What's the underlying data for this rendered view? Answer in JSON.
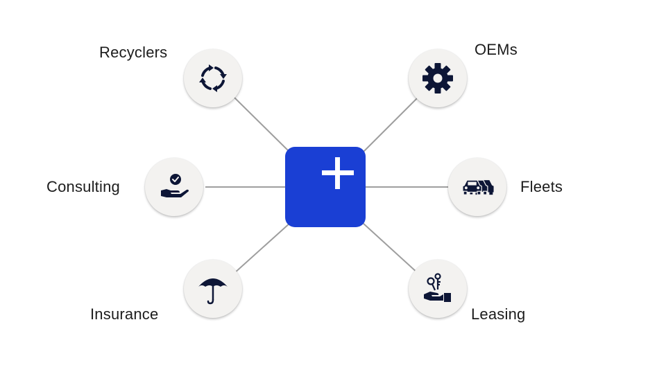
{
  "diagram": {
    "hub": {
      "icon": "plus-icon",
      "color": "#1a3fd4",
      "icon_color": "#ffffff"
    },
    "icon_color": "#0d1636",
    "nodes": [
      {
        "id": "recyclers",
        "label": "Recyclers",
        "icon": "recycle-arrows-icon"
      },
      {
        "id": "oems",
        "label": "OEMs",
        "icon": "gear-icon"
      },
      {
        "id": "consulting",
        "label": "Consulting",
        "icon": "hand-check-icon"
      },
      {
        "id": "fleets",
        "label": "Fleets",
        "icon": "cars-icon"
      },
      {
        "id": "insurance",
        "label": "Insurance",
        "icon": "umbrella-icon"
      },
      {
        "id": "leasing",
        "label": "Leasing",
        "icon": "hand-key-icon"
      }
    ]
  }
}
